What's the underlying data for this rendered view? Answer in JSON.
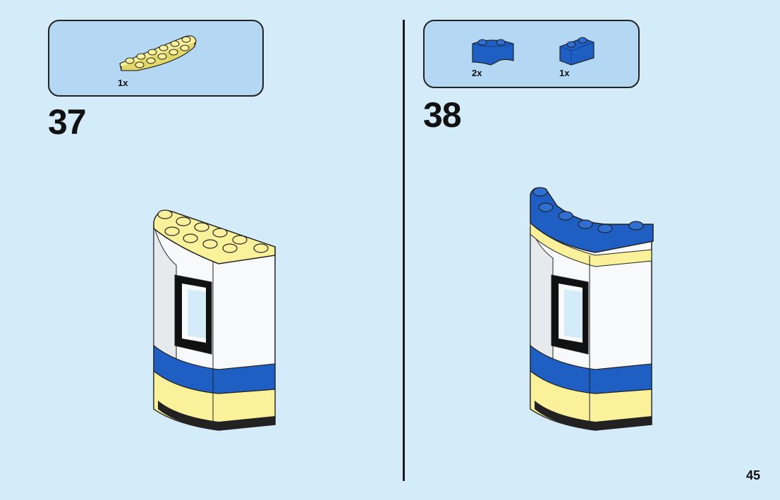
{
  "steps": [
    {
      "number": "37",
      "parts": [
        {
          "name": "yellow-half-round-plate",
          "quantity": "1x"
        }
      ]
    },
    {
      "number": "38",
      "parts": [
        {
          "name": "blue-curved-brick",
          "quantity": "2x"
        },
        {
          "name": "blue-brick-1x2",
          "quantity": "1x"
        }
      ]
    }
  ],
  "page_number": "45",
  "colors": {
    "background": "#d4ebf9",
    "parts_box": "#b4d8f4",
    "yellow": "#fbf19a",
    "blue": "#1f5fc4",
    "white": "#f7f9fa"
  }
}
